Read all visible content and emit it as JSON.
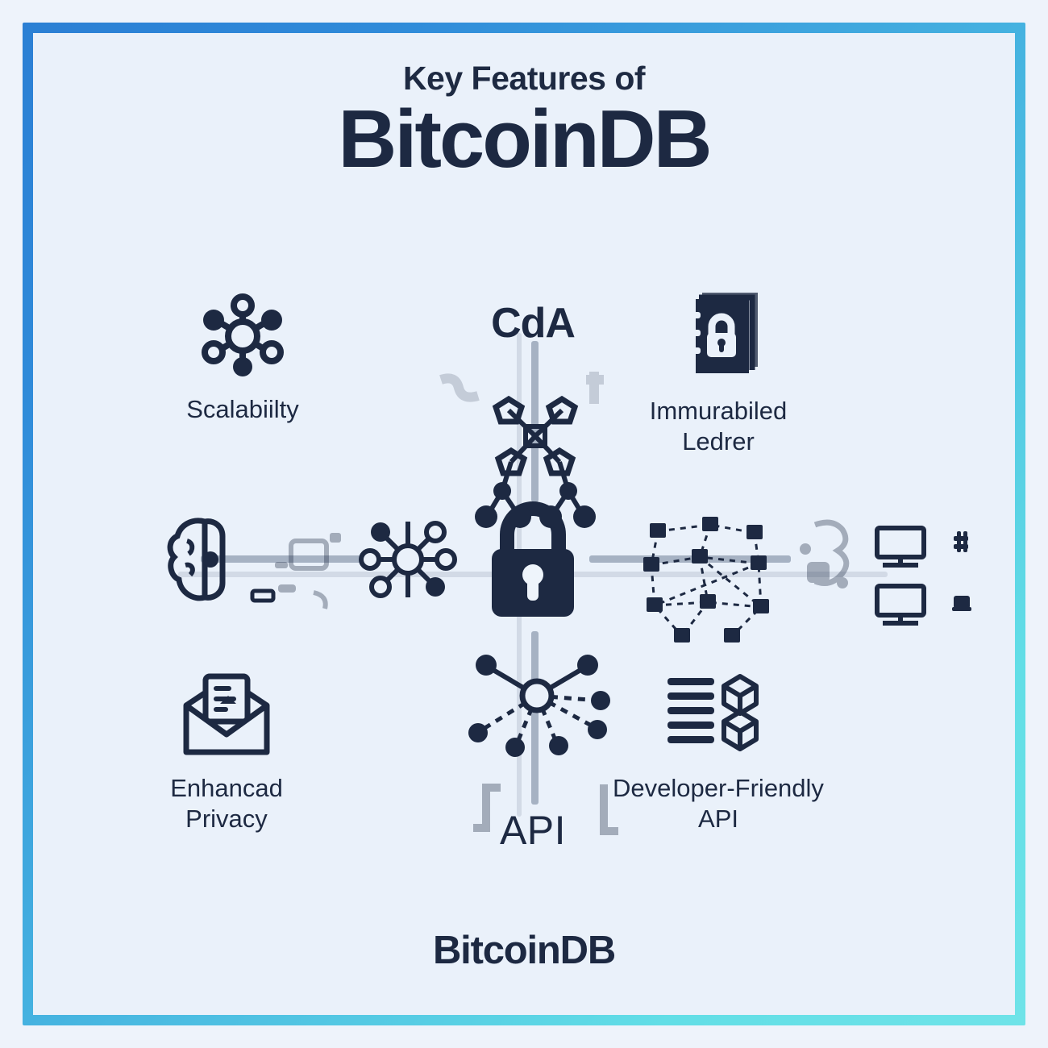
{
  "poster": {
    "background_color": "#eaf1fa",
    "border_gradient_start": "#2b7fd4",
    "border_gradient_end": "#6fe3e8",
    "ink_color": "#1d2942"
  },
  "header": {
    "eyebrow": "Key Features of",
    "title": "BitcoinDB"
  },
  "footer": {
    "brand": "BitcoinDB"
  },
  "center": {
    "icon_name": "padlock-icon",
    "top_artifact_text": "CdA",
    "bottom_artifact_text": "API"
  },
  "features": [
    {
      "id": "scalability",
      "label": "Scalabiilty",
      "icon": "hub-spoke-network-icon",
      "position": "top-left"
    },
    {
      "id": "immutable-ledger",
      "label": "Immurabiled\nLedrer",
      "icon": "locked-ledger-book-icon",
      "position": "top-right"
    },
    {
      "id": "enhanced-privacy",
      "label": "Enhancad\nPrivacy",
      "icon": "open-envelope-document-icon",
      "position": "bottom-left"
    },
    {
      "id": "developer-friendly-api",
      "label": "Developer-Friendly\nAPI",
      "icon": "code-lines-cubes-icon",
      "position": "bottom-right"
    }
  ],
  "decorations": [
    {
      "id": "brain-cloud",
      "icon": "brain-outline-icon",
      "side": "left"
    },
    {
      "id": "radial-network-left",
      "icon": "radial-node-network-icon",
      "side": "left"
    },
    {
      "id": "mesh-network-right",
      "icon": "dashed-mesh-network-icon",
      "side": "right"
    },
    {
      "id": "monitors-right",
      "icon": "monitor-icon",
      "side": "right"
    },
    {
      "id": "tree-network-top",
      "icon": "node-tree-icon",
      "side": "top"
    },
    {
      "id": "radial-network-bottom",
      "icon": "radial-node-burst-icon",
      "side": "bottom"
    }
  ]
}
